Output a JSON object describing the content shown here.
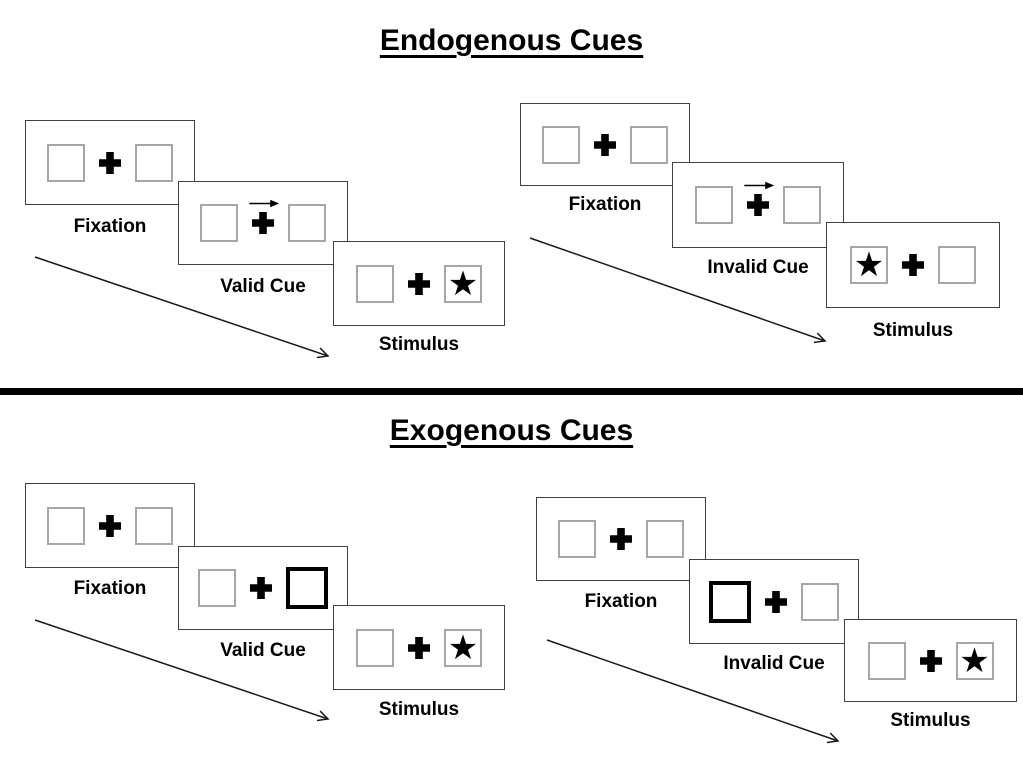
{
  "endogenous": {
    "title": "Endogenous Cues",
    "valid": {
      "fixation_label": "Fixation",
      "cue_label": "Valid Cue",
      "stimulus_label": "Stimulus",
      "cue_type": "central arrow pointing right",
      "target_side": "right"
    },
    "invalid": {
      "fixation_label": "Fixation",
      "cue_label": "Invalid Cue",
      "stimulus_label": "Stimulus",
      "cue_type": "central arrow pointing right",
      "target_side": "left"
    }
  },
  "exogenous": {
    "title": "Exogenous Cues",
    "valid": {
      "fixation_label": "Fixation",
      "cue_label": "Valid Cue",
      "stimulus_label": "Stimulus",
      "cue_type": "right box highlighted bold",
      "target_side": "right"
    },
    "invalid": {
      "fixation_label": "Fixation",
      "cue_label": "Invalid Cue",
      "stimulus_label": "Stimulus",
      "cue_type": "left box highlighted bold",
      "target_side": "right"
    }
  },
  "icons": {
    "fixation_cross": "✚",
    "cue_arrow": "→",
    "target_star": "★",
    "timeline_arrow": "↘"
  },
  "colors": {
    "ink": "#000000",
    "panel_border": "#404040",
    "square_border": "#a6a6a6",
    "background": "#ffffff"
  }
}
